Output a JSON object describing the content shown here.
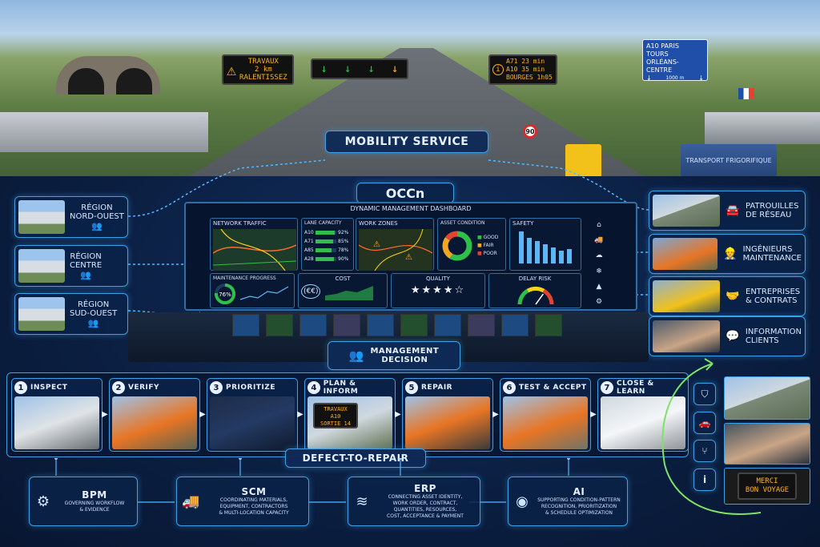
{
  "signs": {
    "vms_left": {
      "lines": [
        "TRAVAUX",
        "2 km",
        "RALENTISSEZ"
      ]
    },
    "vms_right": {
      "rows": [
        {
          "road": "A71",
          "time": "23 min"
        },
        {
          "road": "A10",
          "time": "35 min"
        },
        {
          "road": "BOURGES",
          "time": "1h05"
        }
      ]
    },
    "direction": {
      "lines": [
        "A10 PARIS",
        "TOURS",
        "ORLÉANS-CENTRE"
      ],
      "distance": "1000 m"
    },
    "speed_limit": "90",
    "truck_text": "TRANSPORT FRIGORIFIQUE"
  },
  "mobility_service": "MOBILITY SERVICE",
  "occn": "OCCn",
  "dashboard": {
    "title": "DYNAMIC MANAGEMENT DASHBOARD",
    "panels": {
      "network_traffic": "NETWORK TRAFFIC",
      "lane_capacity": "LANE CAPACITY",
      "work_zones": "WORK ZONES",
      "asset_condition": "ASSET CONDITION",
      "safety": "SAFETY",
      "maintenance_progress": "MAINTENANCE PROGRESS",
      "cost": "COST",
      "quality": "QUALITY",
      "delay_risk": "DELAY RISK"
    },
    "lane_capacity": [
      {
        "road": "A10",
        "pct": "92%",
        "value": 0.92
      },
      {
        "road": "A71",
        "pct": "85%",
        "value": 0.85
      },
      {
        "road": "A85",
        "pct": "78%",
        "value": 0.78
      },
      {
        "road": "A28",
        "pct": "90%",
        "value": 0.9
      }
    ],
    "asset_legend": [
      "GOOD",
      "FAIR",
      "POOR"
    ],
    "maintenance_pct": "76%",
    "maintenance_value": 0.76,
    "cost_symbol": "(€€)",
    "quality_stars": 4,
    "delay_risk_value": 0.7
  },
  "regions": [
    {
      "line1": "RÉGION",
      "line2": "NORD-OUEST"
    },
    {
      "line1": "RÉGION",
      "line2": "CENTRE"
    },
    {
      "line1": "RÉGION",
      "line2": "SUD-OUEST"
    }
  ],
  "partners": [
    {
      "line1": "PATROUILLES",
      "line2": "DE RÉSEAU",
      "icon": "patrol-car-icon"
    },
    {
      "line1": "INGÉNIEURS",
      "line2": "MAINTENANCE",
      "icon": "engineer-icon"
    },
    {
      "line1": "ENTREPRISES",
      "line2": "& CONTRATS",
      "icon": "handshake-icon"
    },
    {
      "line1": "INFORMATION",
      "line2": "CLIENTS",
      "icon": "chat-icon"
    }
  ],
  "management_decision": {
    "line1": "MANAGEMENT",
    "line2": "DECISION"
  },
  "steps": [
    {
      "num": "1",
      "label": "INSPECT"
    },
    {
      "num": "2",
      "label": "VERIFY"
    },
    {
      "num": "3",
      "label": "PRIORITIZE"
    },
    {
      "num": "4",
      "label": "PLAN & INFORM",
      "sign": [
        "TRAVAUX",
        "A10",
        "SORTIE 14"
      ]
    },
    {
      "num": "5",
      "label": "REPAIR"
    },
    {
      "num": "6",
      "label": "TEST & ACCEPT"
    },
    {
      "num": "7",
      "label": "CLOSE & LEARN"
    }
  ],
  "defect_to_repair": "DEFECT-TO-REPAIR",
  "systems": [
    {
      "name": "BPM",
      "desc": [
        "GOVERNING WORKFLOW",
        "& EVIDENCE"
      ]
    },
    {
      "name": "SCM",
      "desc": [
        "COORDINATING MATERIALS,",
        "EQUIPMENT, CONTRACTORS",
        "& MULTI-LOCATION CAPACITY"
      ]
    },
    {
      "name": "ERP",
      "desc": [
        "CONNECTING ASSET IDENTITY,",
        "WORK ORDER, CONTRACT,",
        "QUANTITIES, RESOURCES,",
        "COST, ACCEPTANCE & PAYMENT"
      ]
    },
    {
      "name": "AI",
      "desc": [
        "SUPPORTING CONDITION-PATTERN",
        "RECOGNITION, PRIORITIZATION",
        "& SCHEDULE OPTIMIZATION"
      ]
    }
  ],
  "final_sign": [
    "MERCI",
    "BON VOYAGE"
  ],
  "colors": {
    "accent": "#3fa0e6",
    "good": "#2fbf4a",
    "fair": "#f2a623",
    "poor": "#e2442f",
    "amber": "#ffb21c"
  }
}
